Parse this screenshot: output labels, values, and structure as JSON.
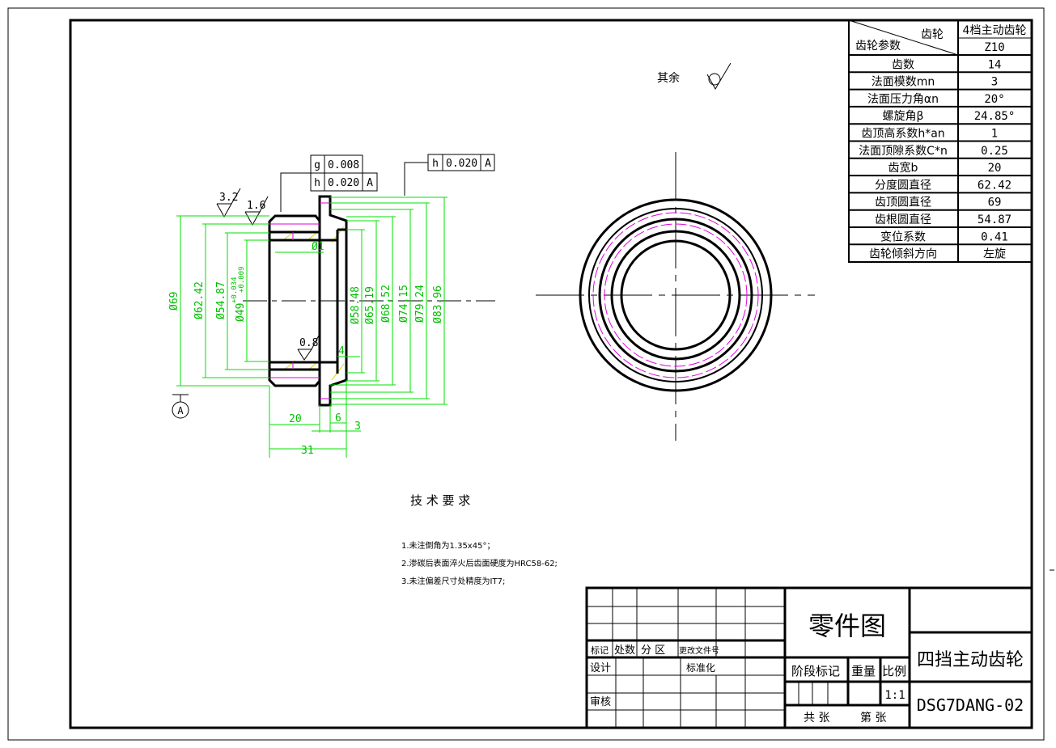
{
  "parameter_table": {
    "header_right": "齿轮",
    "header_left": "齿轮参数",
    "gear_name": "4档主动齿轮",
    "rows": [
      {
        "label": "",
        "value": "Z10"
      },
      {
        "label": "齿数",
        "value": "14"
      },
      {
        "label": "法面模数mn",
        "value": "3"
      },
      {
        "label": "法面压力角αn",
        "value": "20°"
      },
      {
        "label": "螺旋角β",
        "value": "24.85°"
      },
      {
        "label": "齿顶高系数h*an",
        "value": "1"
      },
      {
        "label": "法面顶隙系数C*n",
        "value": "0.25"
      },
      {
        "label": "齿宽b",
        "value": "20"
      },
      {
        "label": "分度圆直径",
        "value": "62.42"
      },
      {
        "label": "齿顶圆直径",
        "value": "69"
      },
      {
        "label": "齿根圆直径",
        "value": "54.87"
      },
      {
        "label": "变位系数",
        "value": "0.41"
      },
      {
        "label": "齿轮倾斜方向",
        "value": "左旋"
      }
    ]
  },
  "surface_note": {
    "label": "其余"
  },
  "tolerances": {
    "box1": {
      "sym1": "g",
      "val1": "0.008",
      "sym2": "h",
      "val2": "0.020",
      "datum": "A"
    },
    "box2": {
      "sym": "h",
      "val": "0.020",
      "datum": "A"
    }
  },
  "roughness": {
    "r1": "3.2",
    "r2": "1.6",
    "r3": "0.8"
  },
  "datum_label": "A",
  "dimensions": {
    "d69": "Ø69",
    "d6242": "Ø62.42",
    "d5487": "Ø54.87",
    "d49": "Ø49",
    "d49_tol_upper": "+0.034",
    "d49_tol_lower": "+0.009",
    "d5848": "Ø58.48",
    "d6519": "Ø65.19",
    "d6852": "Ø68.52",
    "d7415": "Ø74.15",
    "d7924": "Ø79.24",
    "d8396": "Ø83.96",
    "hole": "Ø1",
    "w20": "20",
    "w6": "6",
    "w3": "3",
    "w31": "31",
    "w4": "4"
  },
  "tech_requirements": {
    "title": "技 术 要 求",
    "items": [
      "1.未注倒角为1.35x45°；",
      "2.渗碳后表面淬火后齿面硬度为HRC58-62;",
      "3.未注偏差尺寸处精度为IT7;"
    ]
  },
  "title_block": {
    "mark": "标记",
    "count": "处数",
    "zone": "分  区",
    "doc_no": "更改文件号",
    "design": "设计",
    "standard": "标准化",
    "review": "审核",
    "drawing_type": "零件图",
    "stage": "阶段标记",
    "weight": "重量",
    "scale_label": "比例",
    "scale": "1:1",
    "sheets": "共  张",
    "sheet_no": "第  张",
    "part_name": "四挡主动齿轮",
    "drawing_no": "DSG7DANG-02"
  }
}
